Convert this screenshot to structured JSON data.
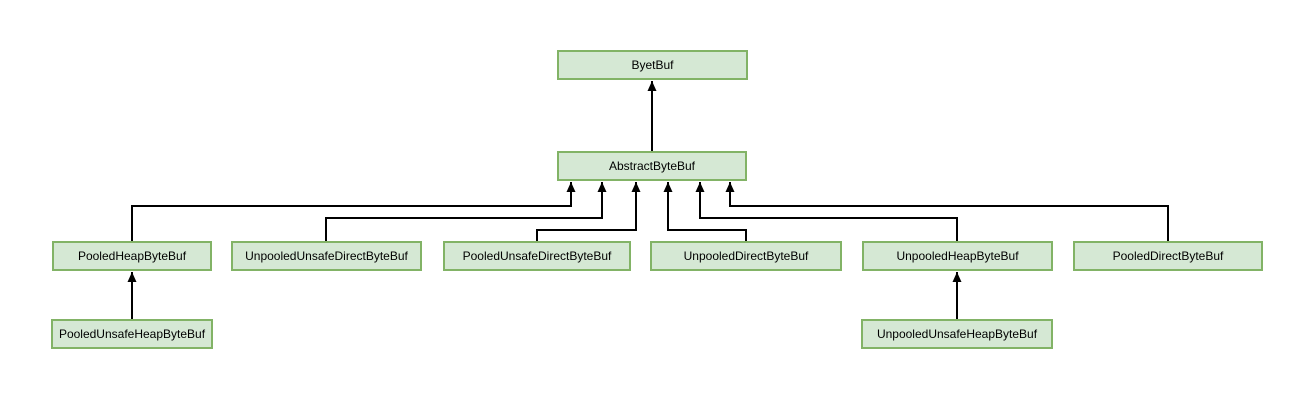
{
  "diagram": {
    "type": "class-hierarchy",
    "background": "#ffffff",
    "node_style": {
      "fill": "#d5e8d4",
      "border": "#82b366",
      "text_color": "#000000"
    },
    "connector_color": "#000000",
    "nodes": [
      {
        "id": "byetbuf",
        "label": "ByetBuf"
      },
      {
        "id": "abstractbytebuf",
        "label": "AbstractByteBuf"
      },
      {
        "id": "pooledheapbytebuf",
        "label": "PooledHeapByteBuf"
      },
      {
        "id": "unpooledunsafedirectbytebuf",
        "label": "UnpooledUnsafeDirectByteBuf"
      },
      {
        "id": "pooledunsafedirectbytebuf",
        "label": "PooledUnsafeDirectByteBuf"
      },
      {
        "id": "unpooleddirectbytebuf",
        "label": "UnpooledDirectByteBuf"
      },
      {
        "id": "unpooledheapbytebuf",
        "label": "UnpooledHeapByteBuf"
      },
      {
        "id": "pooleddirectbytebuf",
        "label": "PooledDirectByteBuf"
      },
      {
        "id": "pooledunsafeheapbytebuf",
        "label": "PooledUnsafeHeapByteBuf"
      },
      {
        "id": "unpooledunsafeheapbytebuf",
        "label": "UnpooledUnsafeHeapByteBuf"
      }
    ],
    "edges": [
      {
        "from": "AbstractByteBuf",
        "to": "ByetBuf"
      },
      {
        "from": "PooledHeapByteBuf",
        "to": "AbstractByteBuf"
      },
      {
        "from": "UnpooledUnsafeDirectByteBuf",
        "to": "AbstractByteBuf"
      },
      {
        "from": "PooledUnsafeDirectByteBuf",
        "to": "AbstractByteBuf"
      },
      {
        "from": "UnpooledDirectByteBuf",
        "to": "AbstractByteBuf"
      },
      {
        "from": "UnpooledHeapByteBuf",
        "to": "AbstractByteBuf"
      },
      {
        "from": "PooledDirectByteBuf",
        "to": "AbstractByteBuf"
      },
      {
        "from": "PooledUnsafeHeapByteBuf",
        "to": "PooledHeapByteBuf"
      },
      {
        "from": "UnpooledUnsafeHeapByteBuf",
        "to": "UnpooledHeapByteBuf"
      }
    ]
  }
}
